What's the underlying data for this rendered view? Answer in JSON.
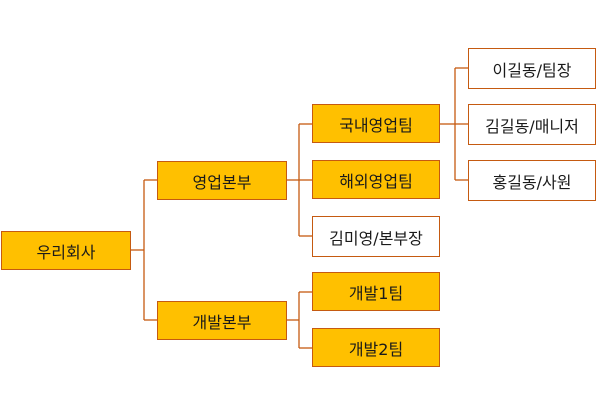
{
  "org": {
    "root": "우리회사",
    "sales": "영업본부",
    "dev": "개발본부",
    "domestic_team": "국내영업팀",
    "overseas_team": "해외영업팀",
    "sales_head": "김미영/본부장",
    "dev_team1": "개발1팀",
    "dev_team2": "개발2팀",
    "lee": "이길동/팀장",
    "kim": "김길동/매니저",
    "hong": "홍길동/사원"
  },
  "colors": {
    "fill": "#ffc000",
    "border": "#c55a11",
    "connector": "#c55a11",
    "plain_fill": "#ffffff"
  }
}
